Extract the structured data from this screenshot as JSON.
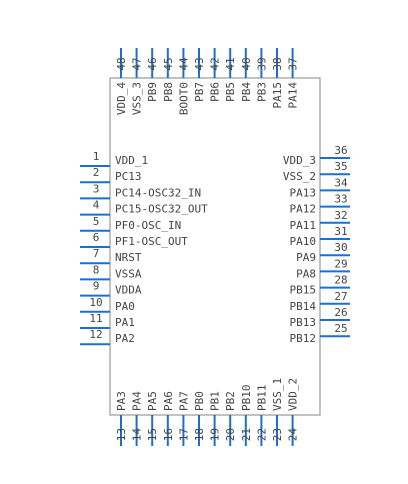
{
  "left_pins": [
    {
      "num": "1",
      "name": "VDD_1"
    },
    {
      "num": "2",
      "name": "PC13"
    },
    {
      "num": "3",
      "name": "PC14-OSC32_IN"
    },
    {
      "num": "4",
      "name": "PC15-OSC32_OUT"
    },
    {
      "num": "5",
      "name": "PF0-OSC_IN"
    },
    {
      "num": "6",
      "name": "PF1-OSC_OUT"
    },
    {
      "num": "7",
      "name": "NRST"
    },
    {
      "num": "8",
      "name": "VSSA"
    },
    {
      "num": "9",
      "name": "VDDA"
    },
    {
      "num": "10",
      "name": "PA0"
    },
    {
      "num": "11",
      "name": "PA1"
    },
    {
      "num": "12",
      "name": "PA2"
    }
  ],
  "bottom_pins": [
    {
      "num": "13",
      "name": "PA3"
    },
    {
      "num": "14",
      "name": "PA4"
    },
    {
      "num": "15",
      "name": "PA5"
    },
    {
      "num": "16",
      "name": "PA6"
    },
    {
      "num": "17",
      "name": "PA7"
    },
    {
      "num": "18",
      "name": "PB0"
    },
    {
      "num": "19",
      "name": "PB1"
    },
    {
      "num": "20",
      "name": "PB2"
    },
    {
      "num": "21",
      "name": "PB10"
    },
    {
      "num": "22",
      "name": "PB11"
    },
    {
      "num": "23",
      "name": "VSS_1"
    },
    {
      "num": "24",
      "name": "VDD_2"
    }
  ],
  "right_pins": [
    {
      "num": "36",
      "name": "VDD_3"
    },
    {
      "num": "35",
      "name": "VSS_2"
    },
    {
      "num": "34",
      "name": "PA13"
    },
    {
      "num": "33",
      "name": "PA12"
    },
    {
      "num": "32",
      "name": "PA11"
    },
    {
      "num": "31",
      "name": "PA10"
    },
    {
      "num": "30",
      "name": "PA9"
    },
    {
      "num": "29",
      "name": "PA8"
    },
    {
      "num": "28",
      "name": "PB15"
    },
    {
      "num": "27",
      "name": "PB14"
    },
    {
      "num": "26",
      "name": "PB13"
    },
    {
      "num": "25",
      "name": "PB12"
    }
  ],
  "top_pins": [
    {
      "num": "48",
      "name": "VDD_4"
    },
    {
      "num": "47",
      "name": "VSS_3"
    },
    {
      "num": "46",
      "name": "PB9"
    },
    {
      "num": "45",
      "name": "PB8"
    },
    {
      "num": "44",
      "name": "BOOT0"
    },
    {
      "num": "43",
      "name": "PB7"
    },
    {
      "num": "42",
      "name": "PB6"
    },
    {
      "num": "41",
      "name": "PB5"
    },
    {
      "num": "40",
      "name": "PB4"
    },
    {
      "num": "39",
      "name": "PB3"
    },
    {
      "num": "38",
      "name": "PA15"
    },
    {
      "num": "37",
      "name": "PA14"
    }
  ],
  "colors": {
    "pin": "#1a6fd0",
    "outline": "#999999",
    "text": "#444444"
  }
}
